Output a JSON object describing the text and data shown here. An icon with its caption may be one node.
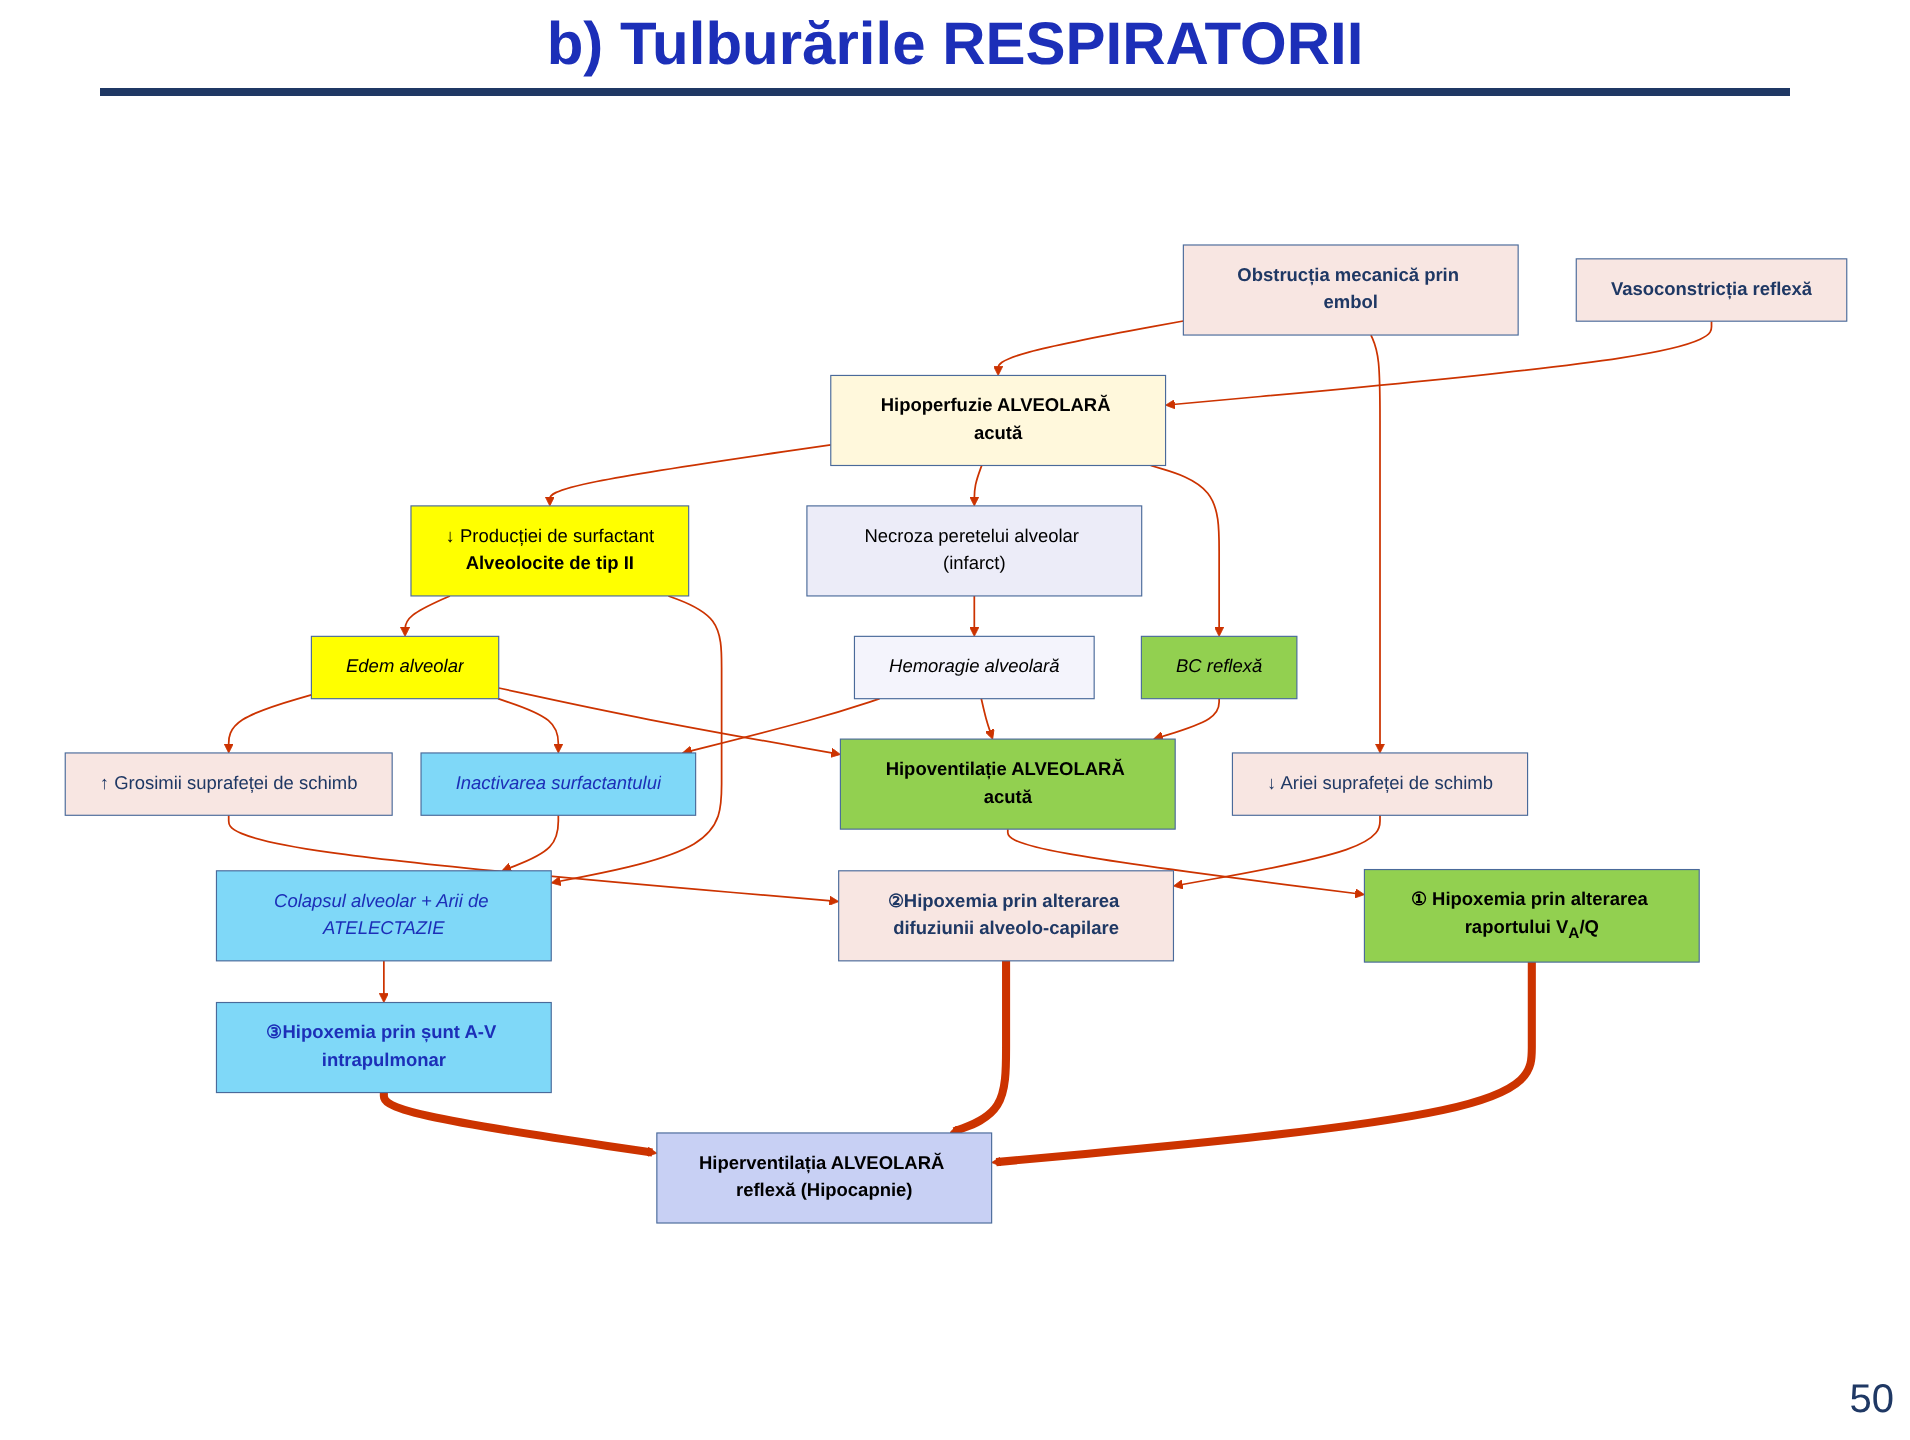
{
  "diagram": {
    "title": "b) Tulburările RESPIRATORII",
    "nodes": [
      {
        "text": [
          "Obstrucția mecanică prin embol"
        ]
      },
      {
        "text": [
          "Vasoconstricția reflexă"
        ]
      },
      {
        "text": [
          "Hipoperfuzie ALVEOLARĂ acută"
        ]
      },
      {
        "text": [
          "↓ Ariei suprafeței de schimb"
        ]
      },
      {
        "text": [
          "↓ Producției de surfactant",
          "Alveolocite de tip II"
        ]
      },
      {
        "text": [
          "Necroza peretelui alveolar (infarct)"
        ]
      },
      {
        "text": [
          "BC reflexă"
        ]
      },
      {
        "text": [
          "Edem alveolar"
        ]
      },
      {
        "text": [
          "Hemoragie alveolară"
        ]
      },
      {
        "text": [
          "↑ Grosimii suprafeței de schimb"
        ]
      },
      {
        "text": [
          "Inactivarea surfactantului"
        ]
      },
      {
        "text": [
          "Hipoventilație ALVEOLARĂ acută"
        ]
      },
      {
        "text": [
          "Colapsul alveolar + Arii de ATELECTAZIE"
        ]
      },
      {
        "text": [
          "① Hipoxemia prin alterarea raportului V$_{A}$/Q"
        ]
      },
      {
        "text": [
          "②Hipoxemia prin alterarea difuziunii alveolo-capilare"
        ]
      },
      {
        "text": [
          "③Hipoxemia prin șunt A-V intrapulmonar"
        ]
      },
      {
        "text": [
          "Hiperventilația ALVEOLARĂ reflexă (Hipocapnie)"
        ]
      }
    ],
    "edges": [
      {
        "from": 0,
        "to": 2,
        "arrow": "to"
      },
      {
        "from": 1,
        "to": 2,
        "arrow": "to"
      },
      {
        "from": 0,
        "to": 3,
        "arrow": "to"
      },
      {
        "from": 2,
        "to": 4,
        "arrow": "to"
      },
      {
        "from": 2,
        "to": 5,
        "arrow": "to"
      },
      {
        "from": 2,
        "to": 6,
        "arrow": "to"
      },
      {
        "from": 4,
        "to": 7,
        "arrow": "to"
      },
      {
        "from": 4,
        "to": 12,
        "arrow": "to"
      },
      {
        "from": 5,
        "to": 8,
        "arrow": "to"
      },
      {
        "from": 6,
        "to": 11,
        "arrow": "to"
      },
      {
        "from": 7,
        "to": 9,
        "arrow": "to"
      },
      {
        "from": 7,
        "to": 10,
        "arrow": "to"
      },
      {
        "from": 7,
        "to": 11,
        "arrow": "to"
      },
      {
        "from": 8,
        "to": 10,
        "arrow": "to"
      },
      {
        "from": 8,
        "to": 11,
        "arrow": "to"
      },
      {
        "from": 3,
        "to": 14,
        "arrow": "to"
      },
      {
        "from": 9,
        "to": 14,
        "arrow": "to"
      },
      {
        "from": 10,
        "to": 12,
        "arrow": "to"
      },
      {
        "from": 11,
        "to": 13,
        "arrow": "to"
      },
      {
        "from": 12,
        "to": 15,
        "arrow": "to"
      },
      {
        "from": 13,
        "to": 16,
        "arrow": "to",
        "style": "thick"
      },
      {
        "from": 15,
        "to": 16,
        "arrow": "to",
        "style": "thick"
      },
      {
        "from": 14,
        "to": 16,
        "arrow": "to",
        "style": "thick"
      }
    ],
    "labels": [
      "50"
    ]
  }
}
